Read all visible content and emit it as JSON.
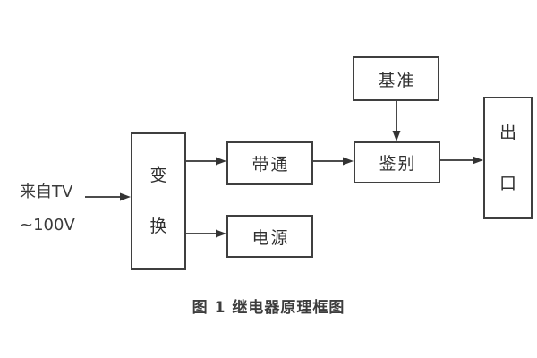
{
  "colors": {
    "background": "#ffffff",
    "line": "#333333",
    "box_border": "#3f3f3f",
    "text": "#2f2f2f",
    "caption_text": "#3d3d3d"
  },
  "source_label": {
    "line1": "来自TV",
    "line2": "~100V"
  },
  "blocks": {
    "transform": {
      "label": "变换"
    },
    "bandpass": {
      "label": "带通"
    },
    "power": {
      "label": "电源"
    },
    "reference": {
      "label": "基准"
    },
    "discriminate": {
      "label": "鉴别"
    },
    "outlet": {
      "label": "出口"
    }
  },
  "edges": [
    {
      "from": "来自TV ~100V",
      "to": "变换"
    },
    {
      "from": "变换",
      "to": "带通"
    },
    {
      "from": "变换",
      "to": "电源"
    },
    {
      "from": "带通",
      "to": "鉴别"
    },
    {
      "from": "基准",
      "to": "鉴别"
    },
    {
      "from": "鉴别",
      "to": "出口"
    }
  ],
  "caption": "图 1 继电器原理框图"
}
